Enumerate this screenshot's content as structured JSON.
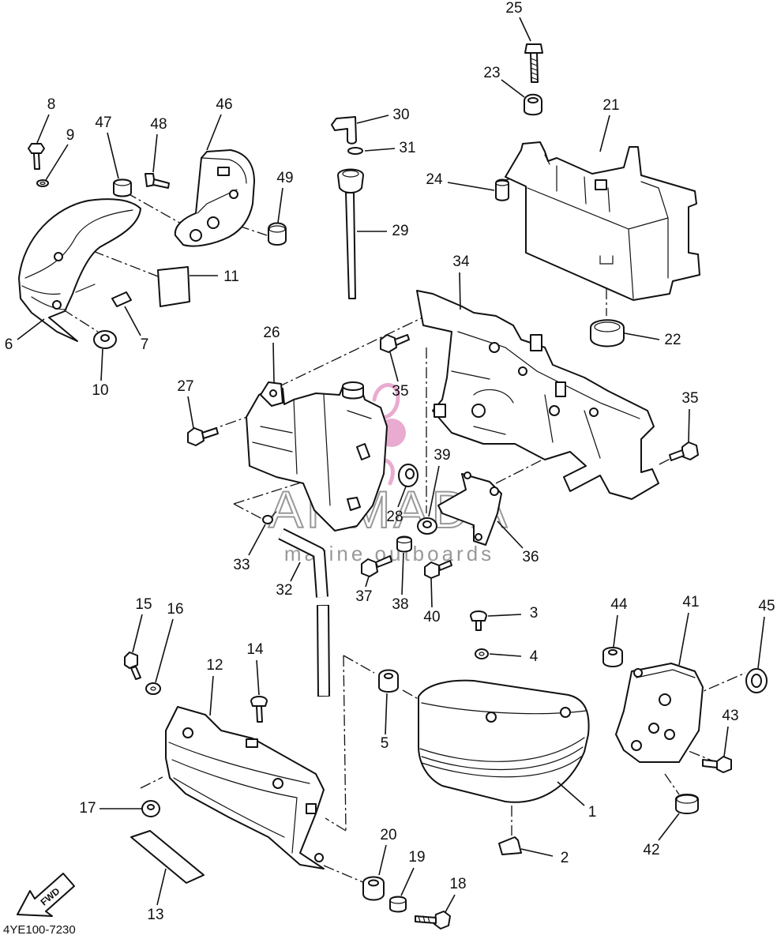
{
  "diagram": {
    "callouts": {
      "1": "1",
      "2": "2",
      "3": "3",
      "4": "4",
      "5": "5",
      "6": "6",
      "7": "7",
      "8": "8",
      "9": "9",
      "10": "10",
      "11": "11",
      "12": "12",
      "13": "13",
      "14": "14",
      "15": "15",
      "16": "16",
      "17": "17",
      "18": "18",
      "19": "19",
      "20": "20",
      "21": "21",
      "22": "22",
      "23": "23",
      "24": "24",
      "25": "25",
      "26": "26",
      "27": "27",
      "28": "28",
      "29": "29",
      "30": "30",
      "31": "31",
      "32": "32",
      "33": "33",
      "34": "34",
      "35": "35",
      "36": "36",
      "37": "37",
      "38": "38",
      "39": "39",
      "40": "40",
      "41": "41",
      "42": "42",
      "43": "43",
      "44": "44",
      "45": "45",
      "46": "46",
      "47": "47",
      "48": "48",
      "49": "49"
    },
    "watermark": {
      "brand": "ARMADA",
      "tagline": "marine outboards"
    },
    "fwd_label": "FWD",
    "part_code": "4YE100-7230"
  },
  "colors": {
    "ink": "#111111",
    "watermark_pink": "#e8a2cb",
    "watermark_gray": "#8e8e8e",
    "background": "#ffffff"
  }
}
